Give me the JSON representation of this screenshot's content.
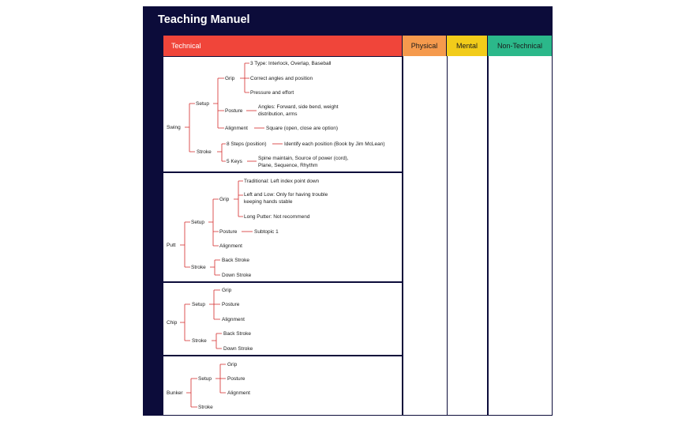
{
  "title": "Teaching Manuel",
  "headers": {
    "technical": "Technical",
    "physical": "Physical",
    "mental": "Mental",
    "non_technical": "Non-Technical"
  },
  "colors": {
    "frame": "#0c0c3a",
    "technical": "#f0453a",
    "physical": "#f59a4d",
    "mental": "#f2cc1a",
    "non_technical": "#2bb88a",
    "line": "#d42a2a"
  },
  "tree": {
    "swing": {
      "label": "Swing",
      "setup": "Setup",
      "grip": "Grip",
      "grip_1": "3 Type: Interlock, Overlap, Baseball",
      "grip_2": "Correct angles and position",
      "grip_3": "Pressure and effort",
      "posture": "Posture",
      "posture_1a": "Angles: Forward, side bend, weight",
      "posture_1b": "distribution, arms",
      "alignment": "Alignment",
      "alignment_1": "Square (open, close are option)",
      "stroke": "Stroke",
      "steps": "8 Steps (position)",
      "steps_1": "Identify each position (Book by Jim McLean)",
      "keys": "5 Keys",
      "keys_1a": "Spine maintain, Source of power (cord),",
      "keys_1b": "Plane, Sequence, Rhythm"
    },
    "putt": {
      "label": "Putt",
      "setup": "Setup",
      "grip": "Grip",
      "grip_1": "Traditional: Left index point down",
      "grip_2a": "Left and Low: Only for having trouble",
      "grip_2b": "keeping hands stable",
      "grip_3": "Long Putter: Not recommend",
      "posture": "Posture",
      "posture_1": "Subtopic 1",
      "alignment": "Alignment",
      "stroke": "Stroke",
      "back": "Back Stroke",
      "down": "Down Stroke"
    },
    "chip": {
      "label": "Chip",
      "setup": "Setup",
      "grip": "Grip",
      "posture": "Posture",
      "alignment": "Alignment",
      "stroke": "Stroke",
      "back": "Back Stroke",
      "down": "Down Stroke"
    },
    "bunker": {
      "label": "Bunker",
      "setup": "Setup",
      "grip": "Grip",
      "posture": "Posture",
      "alignment": "Alignment",
      "stroke": "Stroke"
    }
  }
}
